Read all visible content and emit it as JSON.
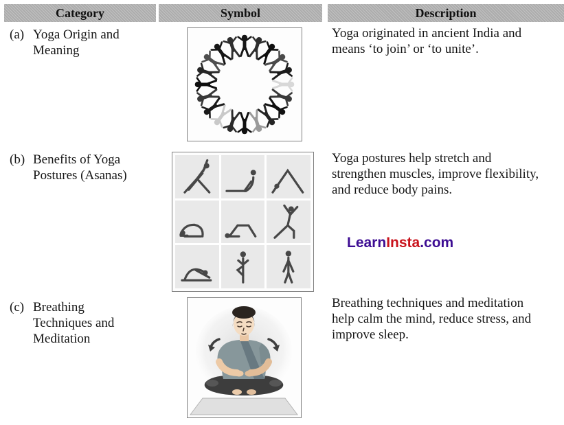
{
  "header": {
    "columns": [
      {
        "label": "Category"
      },
      {
        "label": "Symbol"
      },
      {
        "label": "Description"
      }
    ]
  },
  "rows": [
    {
      "label": "(a)",
      "category": "Yoga Origin and\nMeaning",
      "symbol": "people-holding-hands-circle",
      "description": "Yoga originated in ancient India and\nmeans ‘to join’ or ‘to unite’."
    },
    {
      "label": "(b)",
      "category": "Benefits of Yoga\nPostures (Asanas)",
      "symbol": "grid-of-nine-yoga-postures",
      "description": "Yoga postures help stretch and\nstrengthen muscles, improve flexibility,\nand reduce body pains."
    },
    {
      "label": "(c)",
      "category": "Breathing\nTechniques and\nMeditation",
      "symbol": "person-meditating-cross-legged",
      "description": "Breathing techniques and meditation\nhelp calm the mind, reduce stress, and\nimprove sleep."
    }
  ],
  "watermark": {
    "learn": "Learn",
    "insta": "Insta",
    "dotcom": ".com",
    "learn_color": "#3d0d93",
    "insta_color": "#c9131c"
  },
  "colors": {
    "header_bg": "#b5b5b5",
    "text": "#161616"
  }
}
